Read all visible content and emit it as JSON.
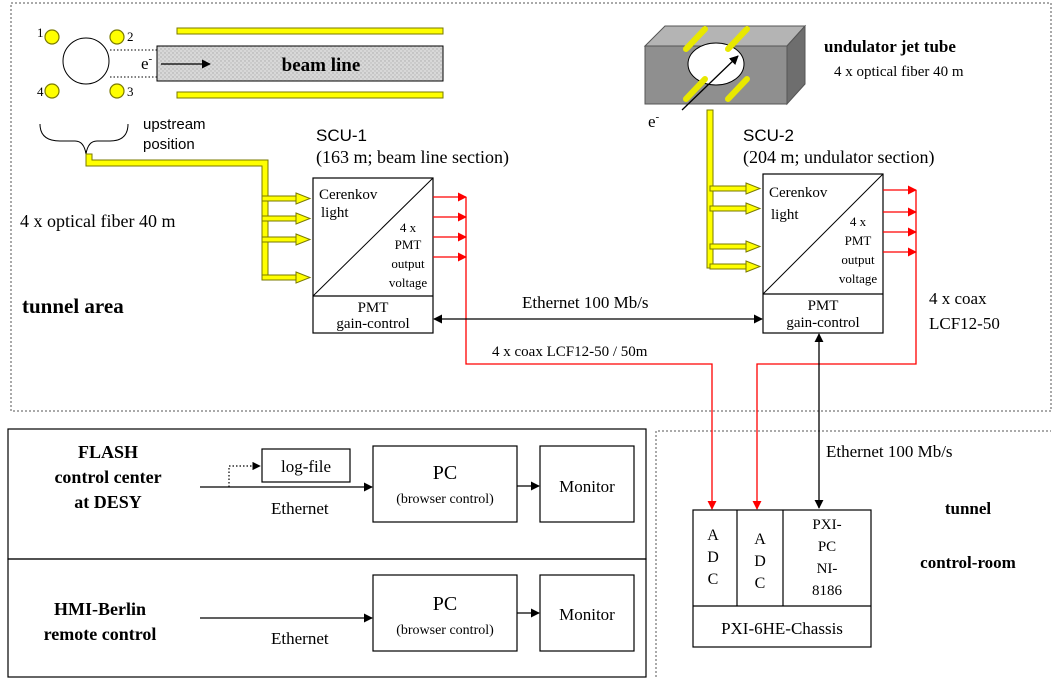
{
  "labels": {
    "sensor_1": "1",
    "sensor_2": "2",
    "sensor_3": "3",
    "sensor_4": "4",
    "electron_top": "e",
    "electron_top_sup": "-",
    "beam_line": "beam line",
    "upstream_1": "upstream",
    "upstream_2": "position",
    "undulator_title": "undulator jet tube",
    "undulator_fiber": "4 x optical fiber 40 m",
    "electron_und": "e",
    "electron_und_sup": "-",
    "scu1_title": "SCU-1",
    "scu1_sub": "(163 m; beam line section)",
    "scu2_title": "SCU-2",
    "scu2_sub": "(204 m; undulator section)",
    "fiber_left": "4 x optical fiber 40 m",
    "tunnel_area": "tunnel area",
    "ethernet_mid": "Ethernet 100 Mb/s",
    "coax_mid": "4 x coax LCF12-50 / 50m",
    "coax_right_1": "4 x coax",
    "coax_right_2": "LCF12-50",
    "ethernet_right": "Ethernet 100 Mb/s",
    "tunnel_control_1": "tunnel",
    "tunnel_control_2": "control-room"
  },
  "scu_box": {
    "cerenkov_1": "Cerenkov",
    "cerenkov_2": "light",
    "pmt_1": "4 x",
    "pmt_2": "PMT",
    "pmt_3": "output",
    "pmt_4": "voltage",
    "gain_1": "PMT",
    "gain_2": "gain-control"
  },
  "flash": {
    "title_1": "FLASH",
    "title_2": "control center",
    "title_3": "at DESY",
    "logfile": "log-file",
    "ethernet": "Ethernet",
    "pc": "PC",
    "pc_sub": "(browser control)",
    "monitor": "Monitor"
  },
  "hmi": {
    "title_1": "HMI-Berlin",
    "title_2": "remote control",
    "ethernet": "Ethernet",
    "pc": "PC",
    "pc_sub": "(browser control)",
    "monitor": "Monitor"
  },
  "chassis": {
    "adc1": [
      "A",
      "D",
      "C"
    ],
    "adc2": [
      "A",
      "D",
      "C"
    ],
    "pxi": [
      "PXI-",
      "PC",
      "NI-",
      "8186"
    ],
    "name": "PXI-6HE-Chassis"
  },
  "colors": {
    "fiber": "#e8e800",
    "fiber_edge": "#7a7a00",
    "coax": "#ff0000",
    "dotted_border": "#555555",
    "tube_gray": "#9a9a9a"
  }
}
